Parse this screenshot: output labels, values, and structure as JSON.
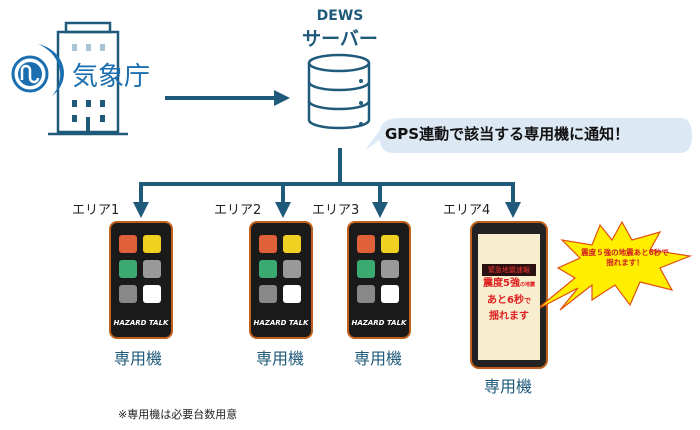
{
  "source": {
    "label": "気象庁"
  },
  "server": {
    "title_en": "DEWS",
    "title_jp": "サーバー"
  },
  "callout": "GPS連動で該当する専用機に通知！",
  "areas": [
    {
      "label": "エリア1"
    },
    {
      "label": "エリア2"
    },
    {
      "label": "エリア3"
    },
    {
      "label": "エリア4"
    }
  ],
  "device_label": "専用機",
  "phone_brand": "HAZARD TALK",
  "alert": {
    "banner": "緊急地震速報",
    "line1": "震度5強",
    "line1_small": "の地震",
    "line2": "あと6秒",
    "line2_small": "で",
    "line3": "揺れます"
  },
  "burst_text": "震度５強の地震あと6秒で揺れます！",
  "footnote": "※専用機は必要台数用意",
  "colors": {
    "primary": "#1f5a7a",
    "jma_blue": "#1b6fb0",
    "bubble": "#dce8f3",
    "burst": "#ffee00"
  }
}
